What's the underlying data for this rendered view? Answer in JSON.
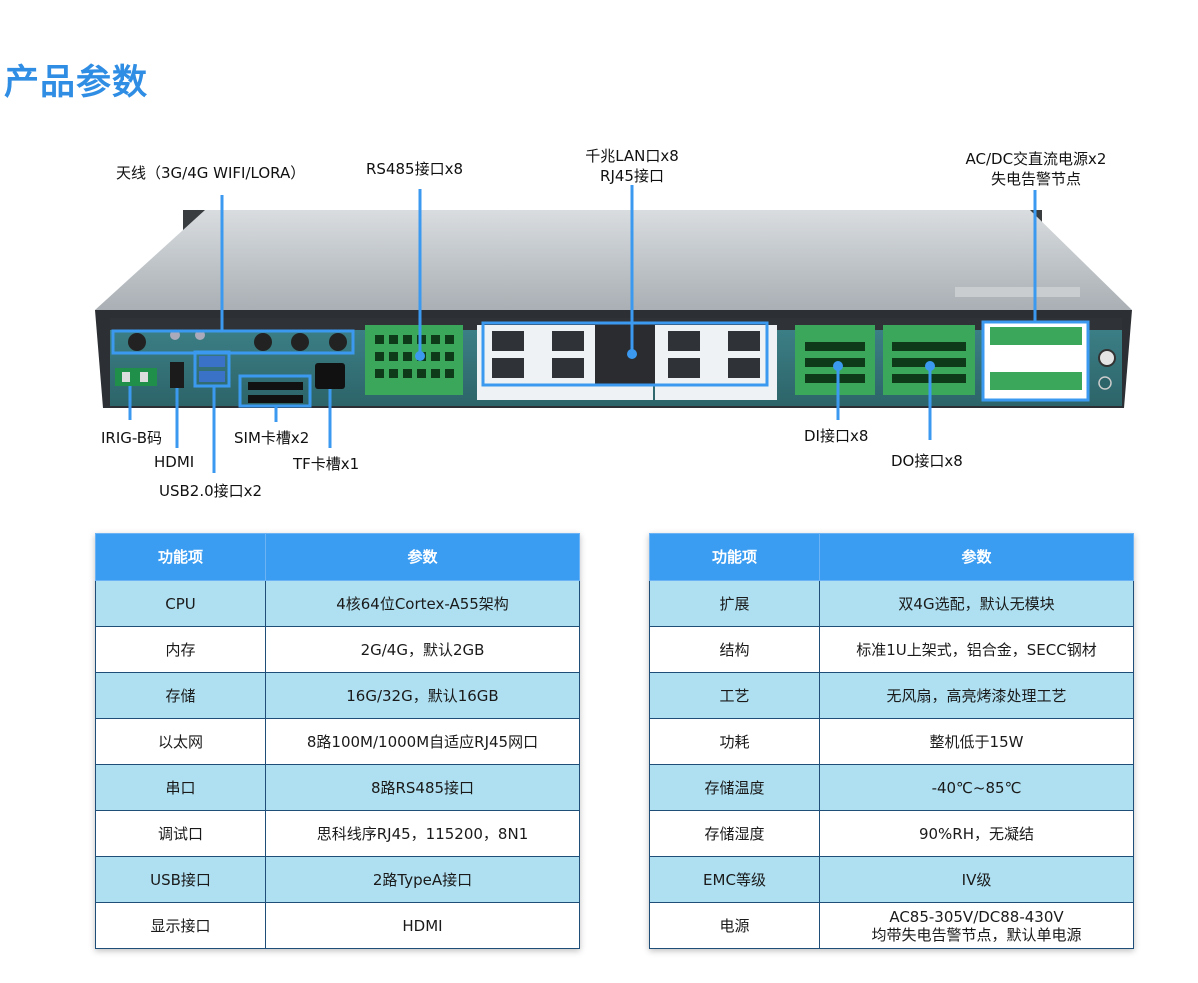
{
  "page_title": "产品参数",
  "device_labels": {
    "antenna": "天线（3G/4G WIFI/LORA）",
    "rs485": "RS485接口x8",
    "lan_line1": "千兆LAN口x8",
    "lan_line2": "RJ45接口",
    "power_line1": "AC/DC交直流电源x2",
    "power_line2": "失电告警节点",
    "irig": "IRIG-B码",
    "hdmi": "HDMI",
    "usb": "USB2.0接口x2",
    "sim": "SIM卡槽x2",
    "tf": "TF卡槽x1",
    "di": "DI接口x8",
    "do": "DO接口x8"
  },
  "tables": {
    "left": {
      "headers": [
        "功能项",
        "参数"
      ],
      "rows": [
        [
          "CPU",
          "4核64位Cortex-A55架构"
        ],
        [
          "内存",
          "2G/4G，默认2GB"
        ],
        [
          "存储",
          "16G/32G，默认16GB"
        ],
        [
          "以太网",
          "8路100M/1000M自适应RJ45网口"
        ],
        [
          "串口",
          "8路RS485接口"
        ],
        [
          "调试口",
          "思科线序RJ45，115200，8N1"
        ],
        [
          "USB接口",
          "2路TypeA接口"
        ],
        [
          "显示接口",
          "HDMI"
        ]
      ]
    },
    "right": {
      "headers": [
        "功能项",
        "参数"
      ],
      "rows": [
        [
          "扩展",
          "双4G选配，默认无模块"
        ],
        [
          "结构",
          "标准1U上架式，铝合金，SECC钢材"
        ],
        [
          "工艺",
          "无风扇，高亮烤漆处理工艺"
        ],
        [
          "功耗",
          "整机低于15W"
        ],
        [
          "存储温度",
          "-40℃~85℃"
        ],
        [
          "存储湿度",
          "90%RH，无凝结"
        ],
        [
          "EMC等级",
          "IV级"
        ],
        [
          "电源",
          "AC85-305V/DC88-430V\n均带失电告警节点，默认单电源"
        ]
      ]
    }
  }
}
